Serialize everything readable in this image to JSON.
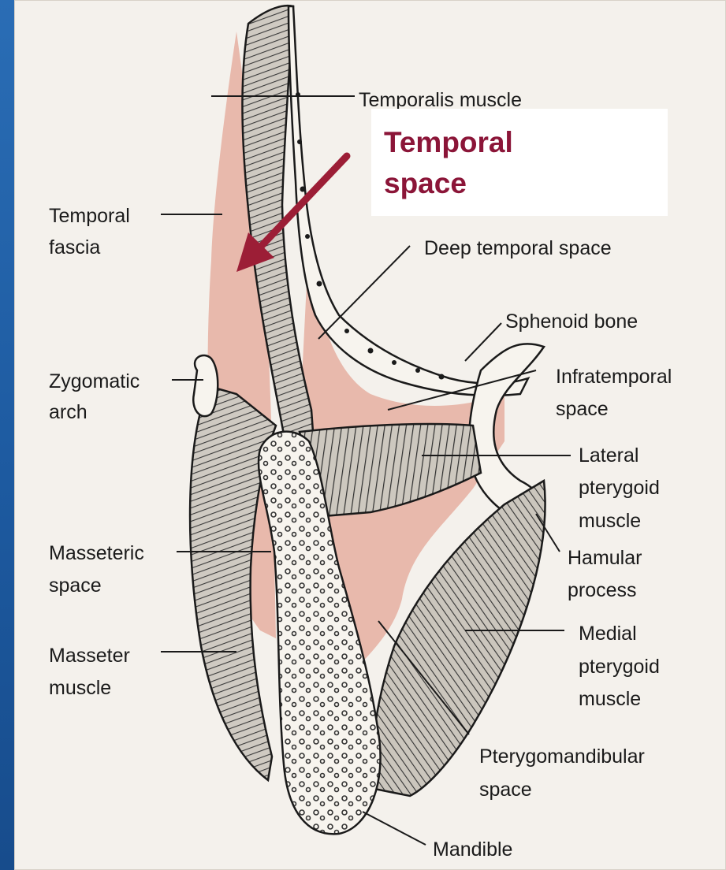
{
  "figure": {
    "labels": {
      "temporalis_muscle": "Temporalis muscle",
      "temporal_fascia_1": "Temporal",
      "temporal_fascia_2": "fascia",
      "deep_temporal_space": "Deep temporal space",
      "sphenoid_bone": "Sphenoid bone",
      "zygomatic_arch_1": "Zygomatic",
      "zygomatic_arch_2": "arch",
      "infratemporal_space_1": "Infratemporal",
      "infratemporal_space_2": "space",
      "lateral_pterygoid_1": "Lateral",
      "lateral_pterygoid_2": "pterygoid",
      "lateral_pterygoid_3": "muscle",
      "masseteric_space_1": "Masseteric",
      "masseteric_space_2": "space",
      "hamular_process_1": "Hamular",
      "hamular_process_2": "process",
      "masseter_muscle_1": "Masseter",
      "masseter_muscle_2": "muscle",
      "medial_pterygoid_1": "Medial",
      "medial_pterygoid_2": "pterygoid",
      "medial_pterygoid_3": "muscle",
      "pterygomandibular_space_1": "Pterygomandibular",
      "pterygomandibular_space_2": "space",
      "mandible": "Mandible"
    }
  },
  "callout": {
    "line1": "Temporal",
    "line2": "space",
    "text_color": "#8b1538",
    "arrow_color": "#9c1e36"
  },
  "colors": {
    "slide_background": "#1f5fa6",
    "page_background": "#f4f1ec",
    "space_fill": "#e8b9ac",
    "bone_fill": "#f7f4ee",
    "muscle_fill": "#8a8a8a"
  }
}
